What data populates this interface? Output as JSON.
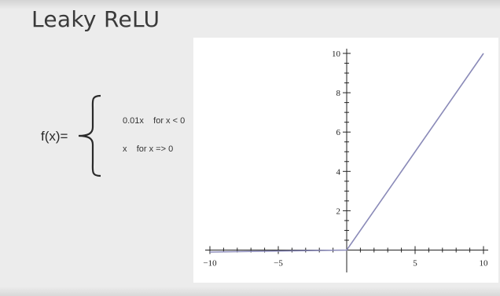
{
  "slide": {
    "title": "Leaky ReLU",
    "function_label": "f(x)=",
    "cases": [
      {
        "expr": "0.01x",
        "condition": "for x < 0"
      },
      {
        "expr": "x",
        "condition": "for x => 0"
      }
    ]
  },
  "chart_data": {
    "type": "line",
    "title": "",
    "xlabel": "",
    "ylabel": "",
    "xlim": [
      -10,
      10
    ],
    "ylim": [
      -0.1,
      10
    ],
    "x_ticks": [
      -10,
      -5,
      5,
      10
    ],
    "y_ticks": [
      2,
      4,
      6,
      8,
      10
    ],
    "grid": false,
    "series": [
      {
        "x": [
          -10,
          0,
          10
        ],
        "y": [
          -0.1,
          0,
          10
        ]
      }
    ],
    "colors": {
      "line": "#8a8ab8",
      "axis": "#222222"
    }
  }
}
